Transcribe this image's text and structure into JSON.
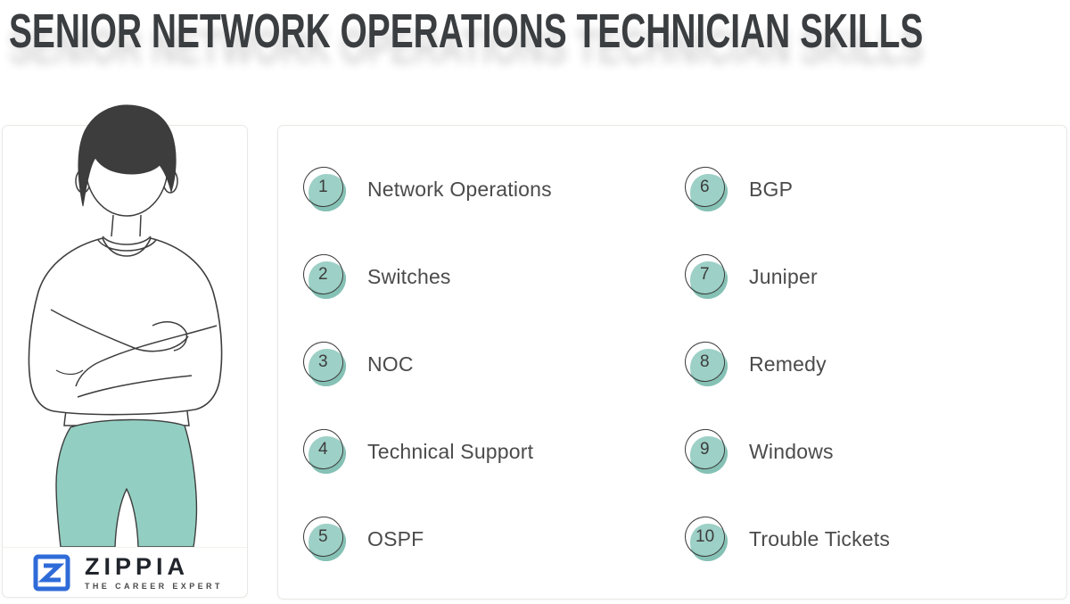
{
  "title": "SENIOR NETWORK OPERATIONS TECHNICIAN SKILLS",
  "skills": [
    {
      "num": "1",
      "label": "Network Operations"
    },
    {
      "num": "2",
      "label": "Switches"
    },
    {
      "num": "3",
      "label": "NOC"
    },
    {
      "num": "4",
      "label": "Technical Support"
    },
    {
      "num": "5",
      "label": "OSPF"
    },
    {
      "num": "6",
      "label": "BGP"
    },
    {
      "num": "7",
      "label": "Juniper"
    },
    {
      "num": "8",
      "label": "Remedy"
    },
    {
      "num": "9",
      "label": "Windows"
    },
    {
      "num": "10",
      "label": "Trouble Tickets"
    }
  ],
  "logo": {
    "brand": "ZIPPIA",
    "tagline": "THE CAREER EXPERT"
  },
  "colors": {
    "badge_teal": "#9dd0c6",
    "badge_teal_shade": "#85c1b5",
    "pants_teal": "#92cfc2",
    "logo_blue": "#2f6bd8",
    "title_color": "#3b3e41",
    "text_color": "#4b4b4b",
    "hair_color": "#3d3d3d"
  }
}
